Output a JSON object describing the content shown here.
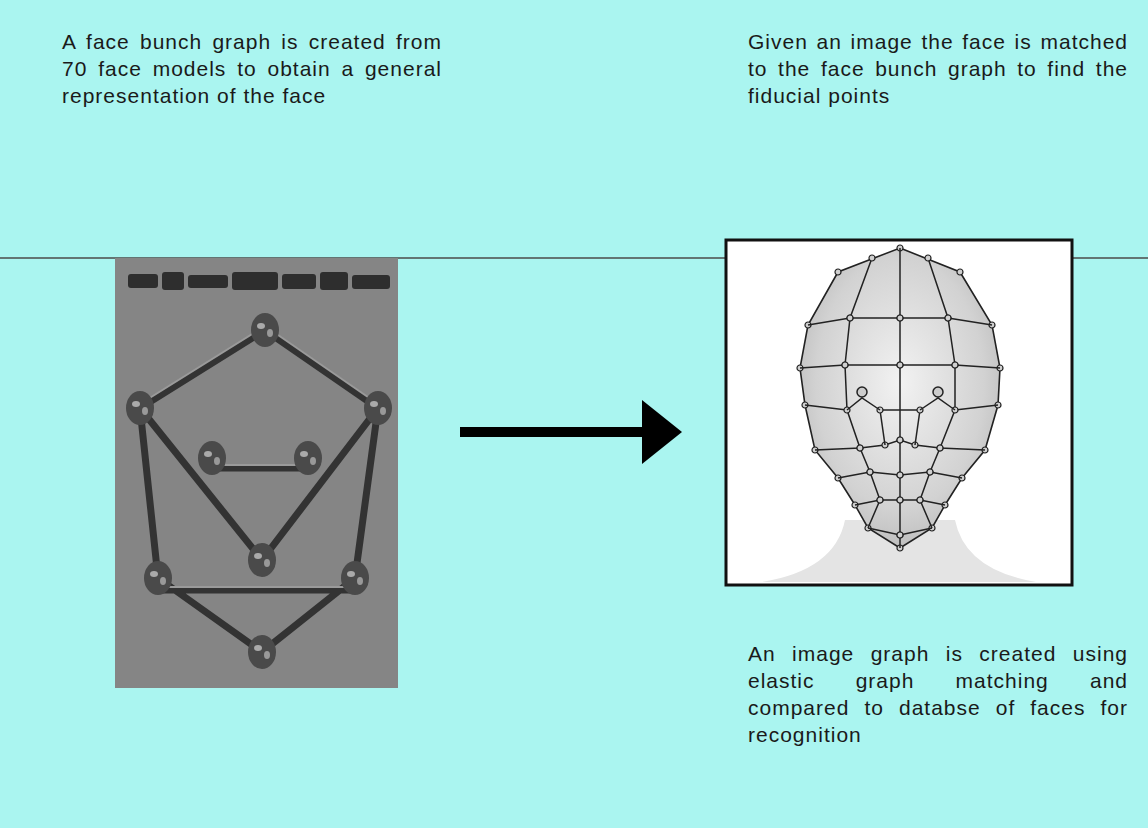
{
  "diagram": {
    "nodes": [
      {
        "text": [
          "A face bunch graph is created from 70 face models to obtain a general representation of the face"
        ]
      },
      {
        "text": [
          "Given an image the face is matched to the face bunch graph to find the fiducial points",
          "An image graph is created using elastic graph matching and compared to databse of faces for recognition"
        ]
      }
    ],
    "edges": [
      {
        "from": 0,
        "to": 1,
        "arrow": "to"
      }
    ]
  }
}
